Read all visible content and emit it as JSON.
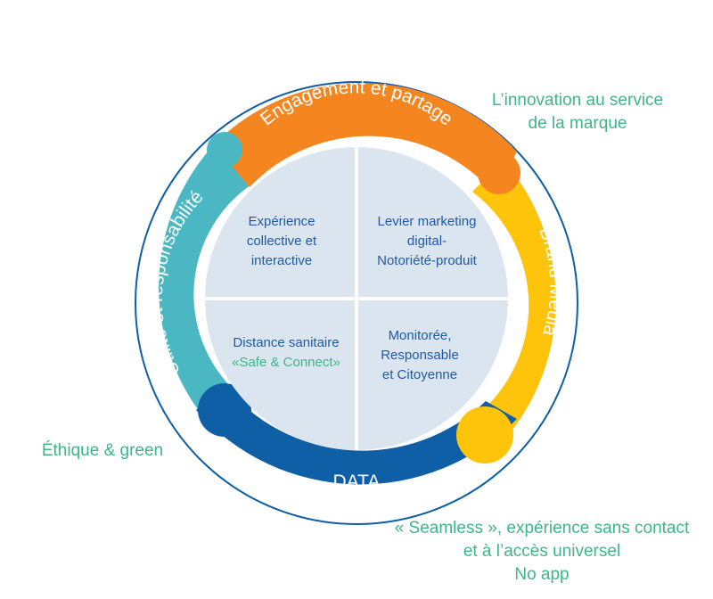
{
  "ring": {
    "top_label": "Engagement et partage",
    "right_label": "Brand Media",
    "bottom_label": "DATA",
    "left_label": "Utilité et responsabilité"
  },
  "quadrants": {
    "top_left": [
      "Expérience",
      "collective et",
      "interactive"
    ],
    "top_right": [
      "Levier marketing",
      "digital-",
      "Notoriété-produit"
    ],
    "bottom_left": [
      "Distance sanitaire",
      "«Safe & Connect»"
    ],
    "bottom_right": [
      "Monitorée,",
      "Responsable",
      "et Citoyenne"
    ]
  },
  "notes": {
    "top_right": [
      "L’innovation au service",
      "de la marque"
    ],
    "left": [
      "Éthique & green"
    ],
    "bottom": [
      "« Seamless », expérience sans contact",
      "et à l’accès universel",
      "No app"
    ]
  },
  "colors": {
    "engagement": "#f5851f",
    "brand_media": "#fec30b",
    "data": "#0f5fa6",
    "utilite": "#4ab7c3",
    "inner_fill": "#dbe5f0",
    "accent_text": "#3fb58a",
    "quad_text": "#1f5aa6"
  }
}
